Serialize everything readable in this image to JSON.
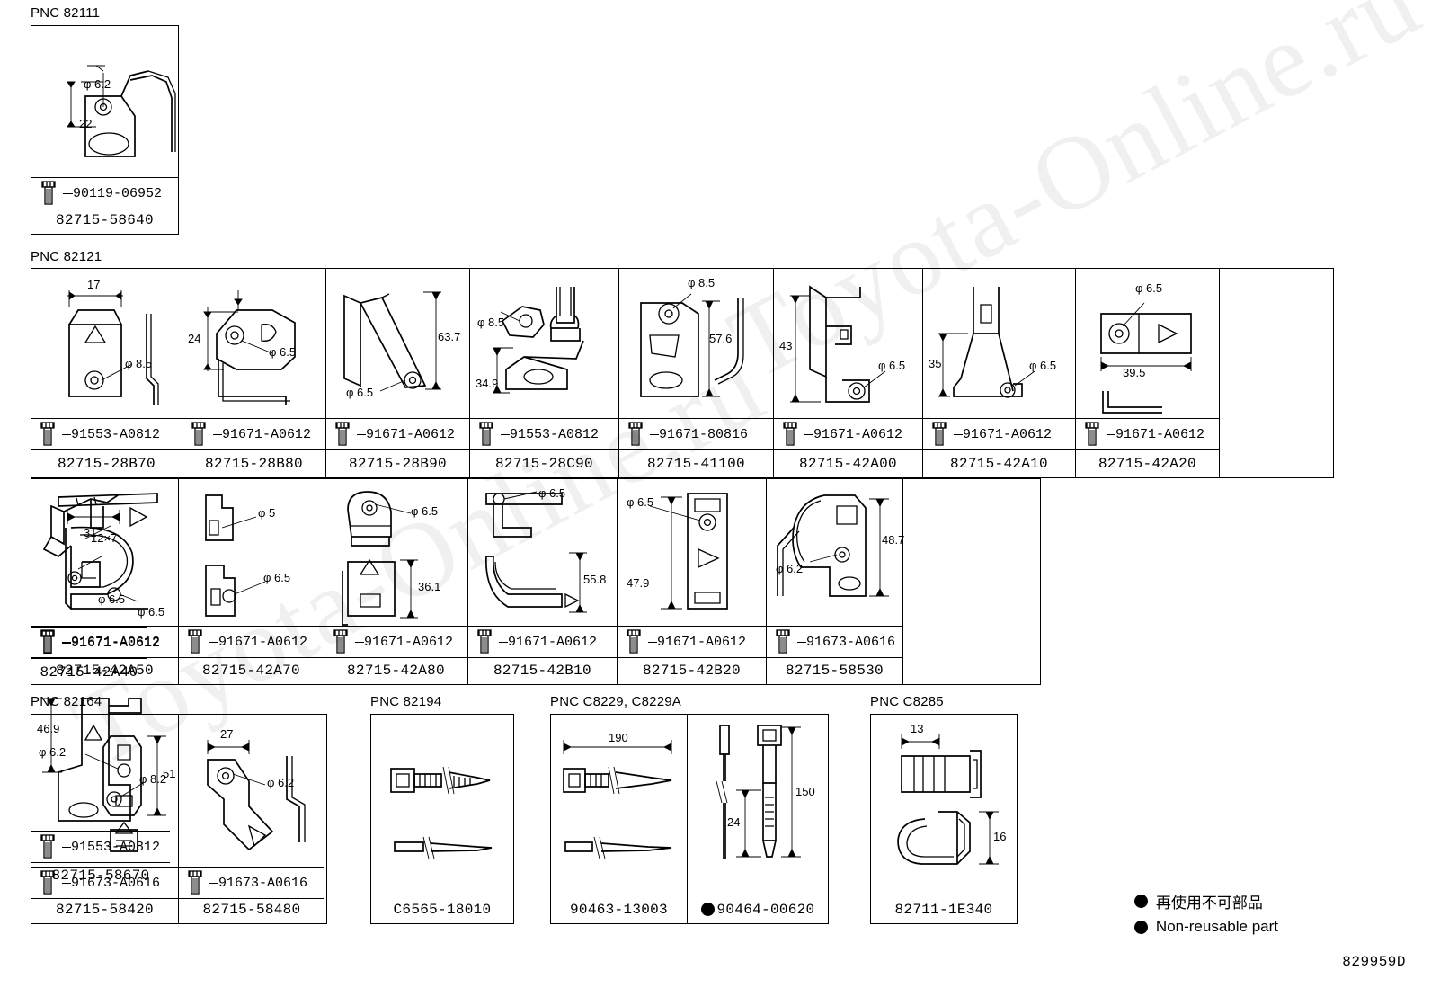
{
  "figure_code": "829959D",
  "watermark": [
    "Toyota-Online.ru",
    "Toyota-Online.ru"
  ],
  "legend": {
    "items": [
      {
        "marker": "black-dot",
        "label": "再使用不可部品"
      },
      {
        "marker": "black-dot",
        "label": "Non-reusable part"
      }
    ]
  },
  "groups": [
    {
      "id": "pnc-82111",
      "title": "PNC 82111",
      "cells": [
        {
          "part_number": "82715-58640",
          "bolt_number": "90119-06952",
          "dims": [
            "φ 6.2",
            "22"
          ]
        }
      ]
    },
    {
      "id": "pnc-82121",
      "title": "PNC 82121",
      "cells": [
        {
          "part_number": "82715-28B70",
          "bolt_number": "91553-A0812",
          "dims": [
            "17",
            "φ 8.5"
          ]
        },
        {
          "part_number": "82715-28B80",
          "bolt_number": "91671-A0612",
          "dims": [
            "24",
            "φ 6.5"
          ]
        },
        {
          "part_number": "82715-28B90",
          "bolt_number": "91671-A0612",
          "dims": [
            "63.7",
            "φ 6.5"
          ]
        },
        {
          "part_number": "82715-28C90",
          "bolt_number": "91553-A0812",
          "dims": [
            "φ 8.5",
            "34.9"
          ]
        },
        {
          "part_number": "82715-41100",
          "bolt_number": "91671-80816",
          "dims": [
            "φ 8.5",
            "57.6"
          ]
        },
        {
          "part_number": "82715-42A00",
          "bolt_number": "91671-A0612",
          "dims": [
            "43",
            "φ 6.5"
          ]
        },
        {
          "part_number": "82715-42A10",
          "bolt_number": "91671-A0612",
          "dims": [
            "35",
            "φ 6.5"
          ]
        },
        {
          "part_number": "82715-42A20",
          "bolt_number": "91671-A0612",
          "dims": [
            "φ 6.5",
            "39.5"
          ]
        },
        {
          "part_number": "82715-42A40",
          "bolt_number": "91671-A0612",
          "dims": [
            "12×7",
            "φ 6.5"
          ]
        },
        {
          "part_number": "82715-42A50",
          "bolt_number": "91671-A0612",
          "dims": [
            "31",
            "φ 6.5"
          ]
        },
        {
          "part_number": "82715-42A70",
          "bolt_number": "91671-A0612",
          "dims": [
            "φ 5",
            "φ 6.5"
          ]
        },
        {
          "part_number": "82715-42A80",
          "bolt_number": "91671-A0612",
          "dims": [
            "φ 6.5",
            "36.1"
          ]
        },
        {
          "part_number": "82715-42B10",
          "bolt_number": "91671-A0612",
          "dims": [
            "φ 6.5",
            "55.8"
          ]
        },
        {
          "part_number": "82715-42B20",
          "bolt_number": "91671-A0612",
          "dims": [
            "φ 6.5",
            "47.9"
          ]
        },
        {
          "part_number": "82715-58530",
          "bolt_number": "91673-A0616",
          "dims": [
            "48.7",
            "φ 6.2"
          ]
        },
        {
          "part_number": "82715-58670",
          "bolt_number": "91553-A0812",
          "dims": [
            "46.9",
            "φ 8.2"
          ]
        }
      ]
    },
    {
      "id": "pnc-82164",
      "title": "PNC 82164",
      "cells": [
        {
          "part_number": "82715-58420",
          "bolt_number": "91673-A0616",
          "dims": [
            "φ 6.2",
            "51"
          ]
        },
        {
          "part_number": "82715-58480",
          "bolt_number": "91673-A0616",
          "dims": [
            "27",
            "φ 6.2"
          ]
        }
      ]
    },
    {
      "id": "pnc-82194",
      "title": "PNC 82194",
      "cells": [
        {
          "part_number": "C6565-18010",
          "bolt_number": "",
          "dims": []
        }
      ]
    },
    {
      "id": "pnc-c8229",
      "title": "PNC C8229, C8229A",
      "cells": [
        {
          "part_number": "90463-13003",
          "bolt_number": "",
          "dims": [
            "190"
          ]
        },
        {
          "part_number": "90464-00620",
          "bolt_number": "",
          "dims": [
            "150",
            "24"
          ],
          "marker": "black-dot"
        }
      ]
    },
    {
      "id": "pnc-c8285",
      "title": "PNC C8285",
      "cells": [
        {
          "part_number": "82711-1E340",
          "bolt_number": "",
          "dims": [
            "13",
            "16"
          ]
        }
      ]
    }
  ]
}
